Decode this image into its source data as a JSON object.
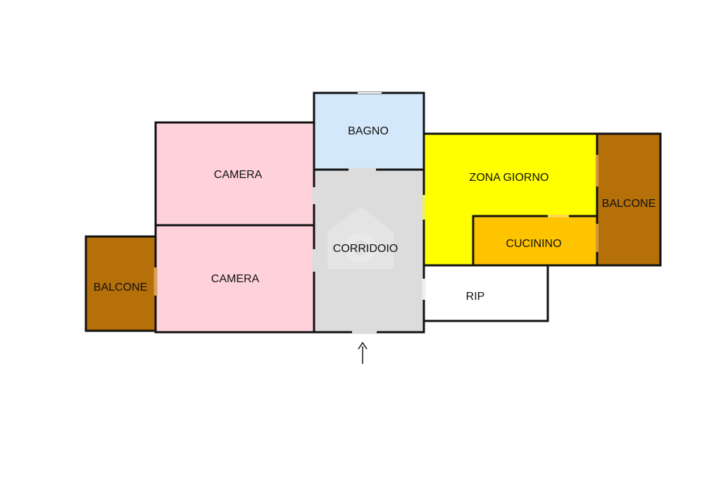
{
  "rooms": {
    "balcone_left": {
      "label": "BALCONE",
      "color": "#b5700a"
    },
    "camera_top": {
      "label": "CAMERA",
      "color": "#ffd2db"
    },
    "camera_bottom": {
      "label": "CAMERA",
      "color": "#ffd2db"
    },
    "bagno": {
      "label": "BAGNO",
      "color": "#d4e8fb"
    },
    "corridoio": {
      "label": "CORRIDOIO",
      "color": "#dcdcdc"
    },
    "zona_giorno": {
      "label": "ZONA GIORNO",
      "color": "#ffff00"
    },
    "cucinino": {
      "label": "CUCININO",
      "color": "#ffc400"
    },
    "balcone_right": {
      "label": "BALCONE",
      "color": "#b5700a"
    },
    "rip": {
      "label": "RIP",
      "color": "#ffffff"
    }
  },
  "colors": {
    "wall": "#111111"
  },
  "icons": {
    "entrance": "arrow-up-icon",
    "watermark": "house-watermark-icon"
  }
}
